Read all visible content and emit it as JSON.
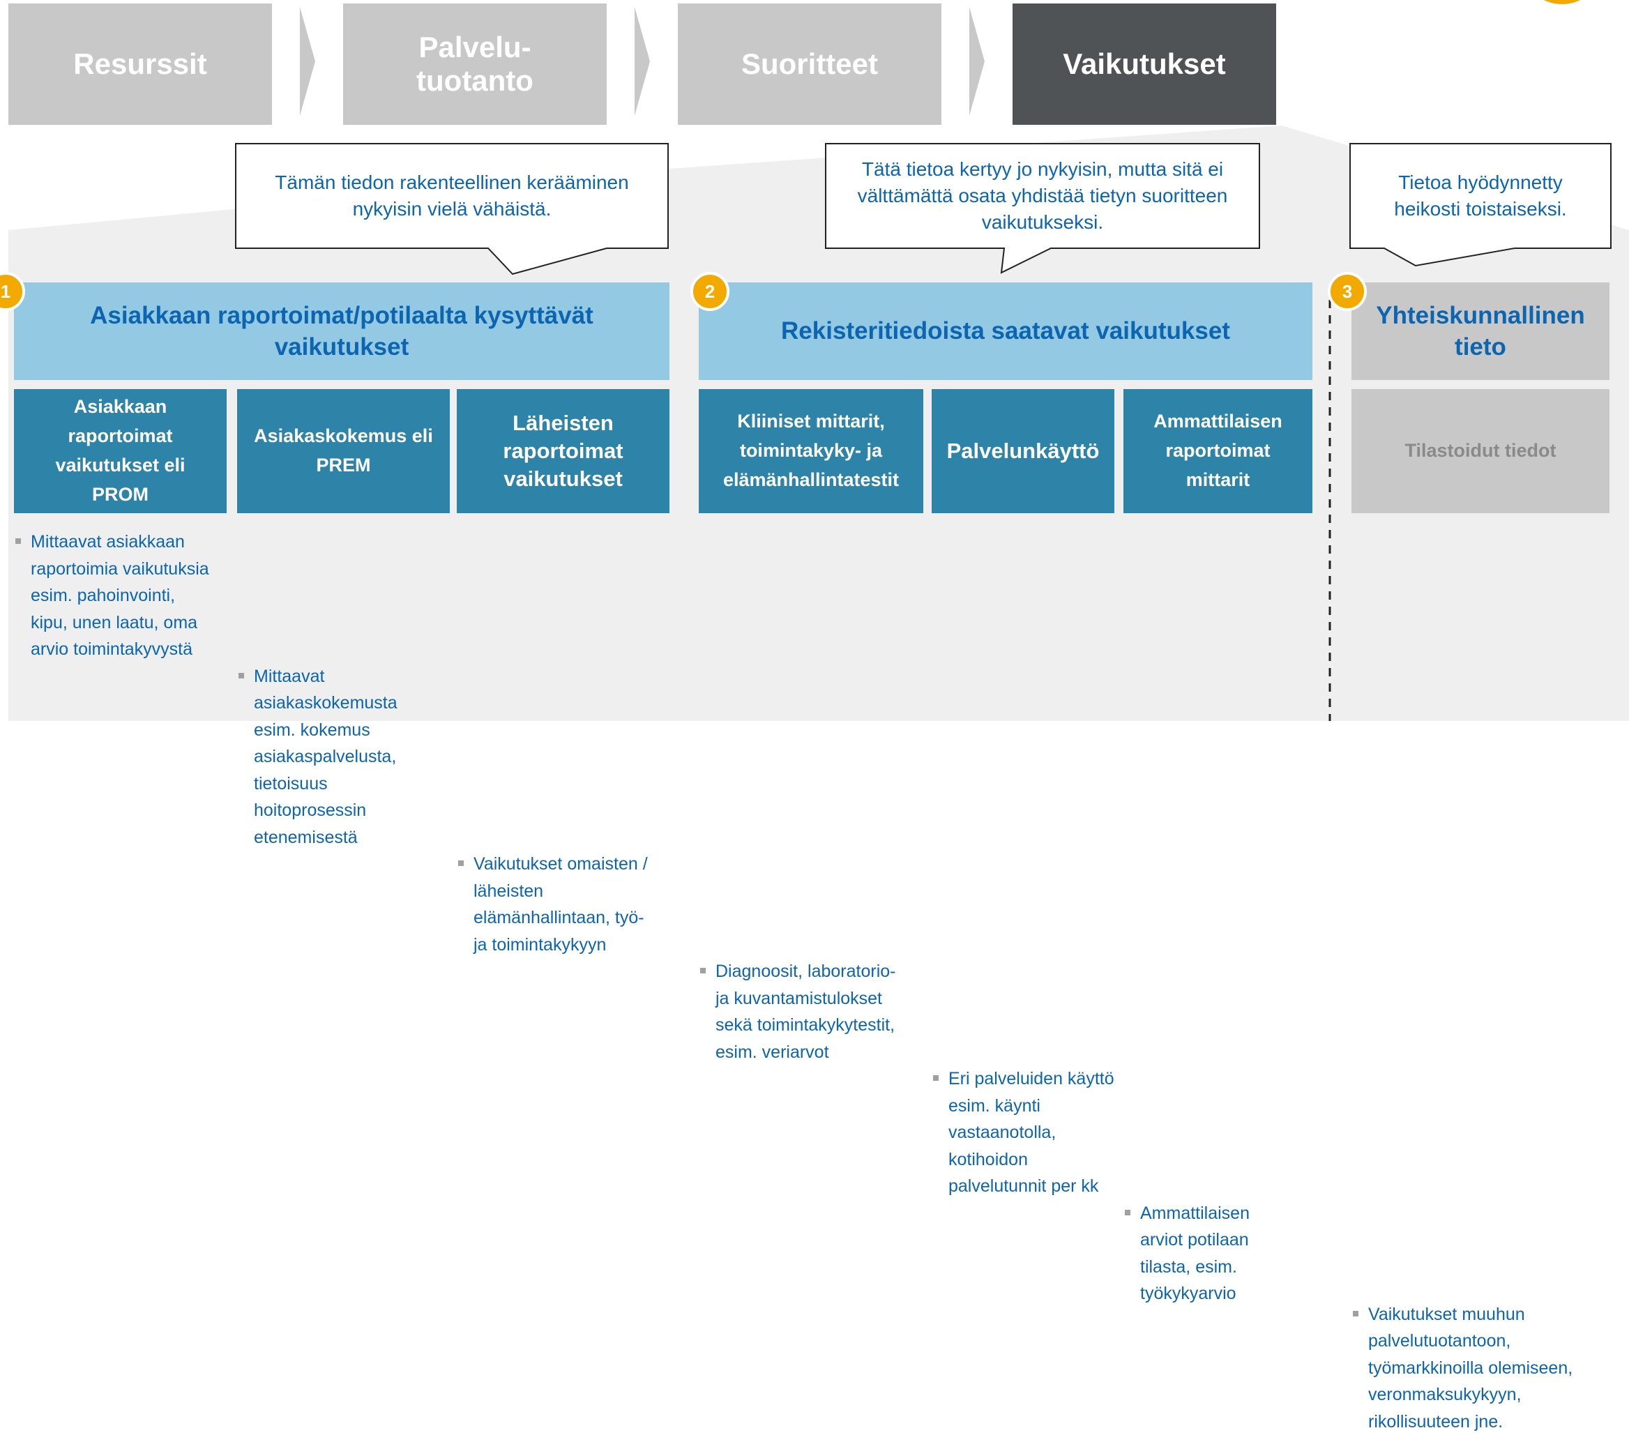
{
  "colors": {
    "stage_inactive": "#c8c8c8",
    "stage_active": "#505355",
    "header_blue": "#93c9e3",
    "sub_teal": "#2d84a8",
    "text_blue": "#0b65b0",
    "badge_orange": "#f2a900",
    "panel_grey": "#efefef"
  },
  "stages": [
    {
      "label": "Resurssit",
      "active": false
    },
    {
      "label": "Palvelu-\ntuotanto",
      "active": false
    },
    {
      "label": "Suoritteet",
      "active": false
    },
    {
      "label": "Vaikutukset",
      "active": true
    }
  ],
  "callouts": [
    {
      "text": "Tämän tiedon rakenteellinen kerääminen\nnykyisin vielä vähäistä."
    },
    {
      "text": "Tätä tietoa kertyy jo nykyisin, mutta sitä ei\nvälttämättä osata yhdistää tietyn suoritteen\nvaikutukseksi."
    },
    {
      "text": "Tietoa hyödynnetty\nheikosti toistaiseksi."
    }
  ],
  "groups": [
    {
      "badge": "1",
      "header": "Asiakkaan raportoimat/potilaalta kysyttävät\nvaikutukset",
      "columns": [
        {
          "title": "Asiakkaan\nraportoimat\nvaikutukset eli\nPROM",
          "bullet": "Mittaavat asiakkaan\nraportoimia vaikutuksia\nesim. pahoinvointi,\nkipu, unen laatu, oma\narvio toimintakyvystä"
        },
        {
          "title": "Asiakaskokemus eli\nPREM",
          "bullet": "Mittaavat\nasiakaskokemusta\nesim. kokemus\nasiakaspalvelusta,\ntietoisuus\nhoitoprosessin\netenemisestä"
        },
        {
          "title": "Läheisten\nraportoimat\nvaikutukset",
          "bullet": "Vaikutukset omaisten /\nläheisten\nelämänhallintaan, työ-\nja toimintakykyyn"
        }
      ]
    },
    {
      "badge": "2",
      "header": "Rekisteritiedoista saatavat vaikutukset",
      "columns": [
        {
          "title": "Kliiniset mittarit,\ntoimintakyky- ja\nelämänhallintatestit",
          "bullet": "Diagnoosit, laboratorio-\nja kuvantamistulokset\nsekä toimintakykytestit,\nesim. veriarvot"
        },
        {
          "title": "Palvelunkäyttö",
          "bullet": "Eri palveluiden käyttö\nesim. käynti\nvastaanotolla,\nkotihoidon\npalvelutunnit per kk"
        },
        {
          "title": "Ammattilaisen\nraportoimat\nmittarit",
          "bullet": "Ammattilaisen\narviot potilaan\ntilasta, esim.\ntyökykyarvio"
        }
      ]
    },
    {
      "badge": "3",
      "header": "Yhteiskunnallinen\ntieto",
      "columns": [
        {
          "title": "Tilastoidut tiedot",
          "bullet": "Vaikutukset muuhun\npalvelutuotantoon,\ntyömarkkinoilla olemiseen,\nveronmaksukykyyn,\nrikollisuuteen jne."
        }
      ]
    }
  ]
}
